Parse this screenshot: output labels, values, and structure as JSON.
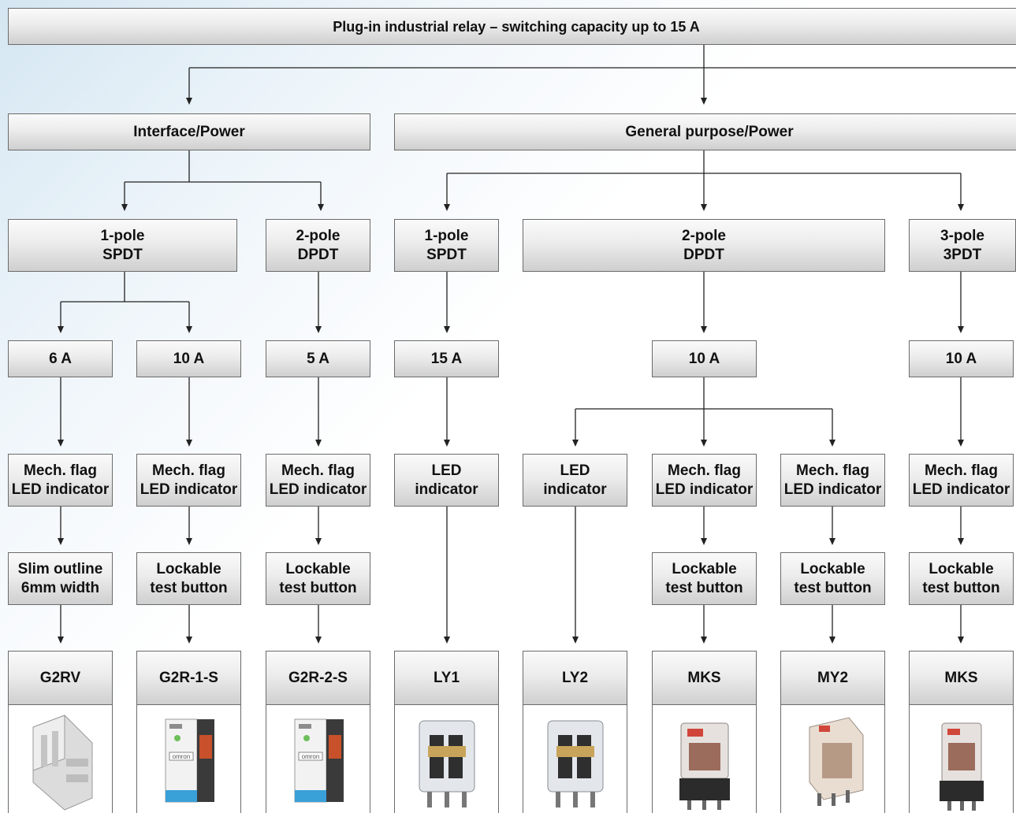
{
  "top": {
    "title": "Plug-in industrial relay  –  switching capacity up to 15 A"
  },
  "groups": {
    "interface": "Interface/Power",
    "general": "General purpose/Power"
  },
  "poles": {
    "if_1pole": "1-pole\nSPDT",
    "if_2pole": "2-pole\nDPDT",
    "gp_1pole": "1-pole\nSPDT",
    "gp_2pole": "2-pole\nDPDT",
    "gp_3pole": "3-pole\n3PDT"
  },
  "ratings": {
    "r1": "6 A",
    "r2": "10 A",
    "r3": "5 A",
    "r4": "15 A",
    "r5": "10 A",
    "r6": "10 A"
  },
  "features": {
    "f1": "Mech. flag\nLED indicator",
    "f2": "Mech. flag\nLED indicator",
    "f3": "Mech. flag\nLED indicator",
    "f4": "LED\nindicator",
    "f5": "LED\nindicator",
    "f6": "Mech. flag\nLED indicator",
    "f7": "Mech. flag\nLED indicator",
    "f8": "Mech. flag\nLED indicator"
  },
  "options": {
    "o1": "Slim outline\n6mm width",
    "o2": "Lockable\ntest button",
    "o3": "Lockable\ntest button",
    "o4": "Lockable\ntest button",
    "o5": "Lockable\ntest button",
    "o6": "Lockable\ntest button"
  },
  "products": {
    "p1": {
      "name": "G2RV",
      "icon": "din-rail-relay-icon",
      "brand": ""
    },
    "p2": {
      "name": "G2R-1-S",
      "icon": "slim-relay-icon",
      "brand": "omron"
    },
    "p3": {
      "name": "G2R-2-S",
      "icon": "slim-relay-icon",
      "brand": "omron"
    },
    "p4": {
      "name": "LY1",
      "icon": "cube-relay-icon",
      "brand": ""
    },
    "p5": {
      "name": "LY2",
      "icon": "cube-relay-icon",
      "brand": ""
    },
    "p6": {
      "name": "MKS",
      "icon": "octal-relay-icon",
      "brand": ""
    },
    "p7": {
      "name": "MY2",
      "icon": "miniature-relay-icon",
      "brand": ""
    },
    "p8": {
      "name": "MKS",
      "icon": "octal-relay-icon",
      "brand": ""
    }
  },
  "colors": {
    "wire": "#222222",
    "box_border": "#6b6b6b",
    "box_top": "#fafafa",
    "box_bottom": "#cfcfcf"
  }
}
